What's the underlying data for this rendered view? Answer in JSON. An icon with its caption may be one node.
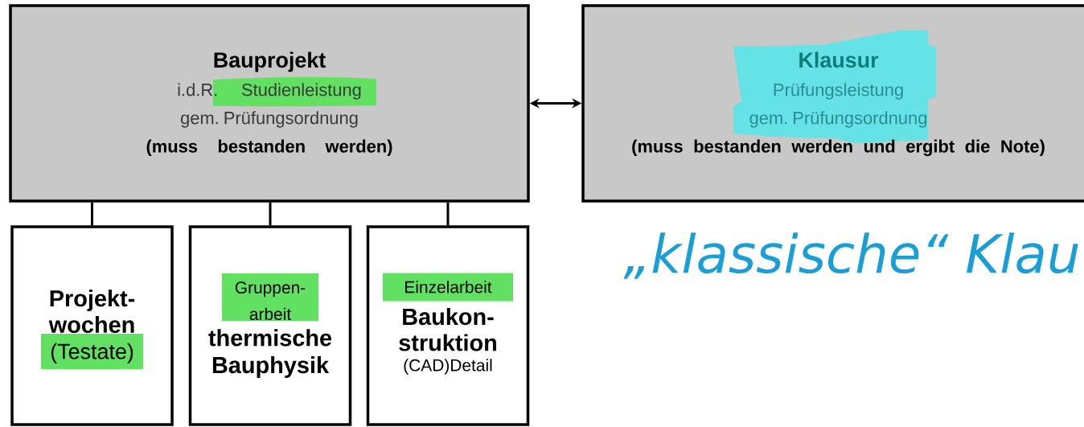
{
  "diagram": {
    "nodes": [
      {
        "text": [
          "Bauprojekt",
          "i.d.R. Studienleistung",
          "gem. Prüfungsordnung",
          "(muss bestanden werden)"
        ]
      },
      {
        "text": [
          "Klausur",
          "Prüfungsleistung",
          "gem. Prüfungsordnung",
          "(muss bestanden werden und ergibt die Note)"
        ]
      },
      {
        "text": [
          "Projekt- wochen",
          "(Testate)"
        ]
      },
      {
        "text": [
          "Gruppen- arbeit",
          "thermische Bauphysik"
        ]
      },
      {
        "text": [
          "Einzelarbeit",
          "Baukon- struktion",
          "(CAD)Detail"
        ]
      }
    ],
    "edges": [
      {
        "from": 0,
        "to": 1,
        "arrow": "both"
      },
      {
        "from": 0,
        "to": 2,
        "arrow": "none"
      },
      {
        "from": 0,
        "to": 3,
        "arrow": "none"
      },
      {
        "from": 0,
        "to": 4,
        "arrow": "none"
      }
    ],
    "labels": [
      "„klassische“ Klau"
    ]
  }
}
